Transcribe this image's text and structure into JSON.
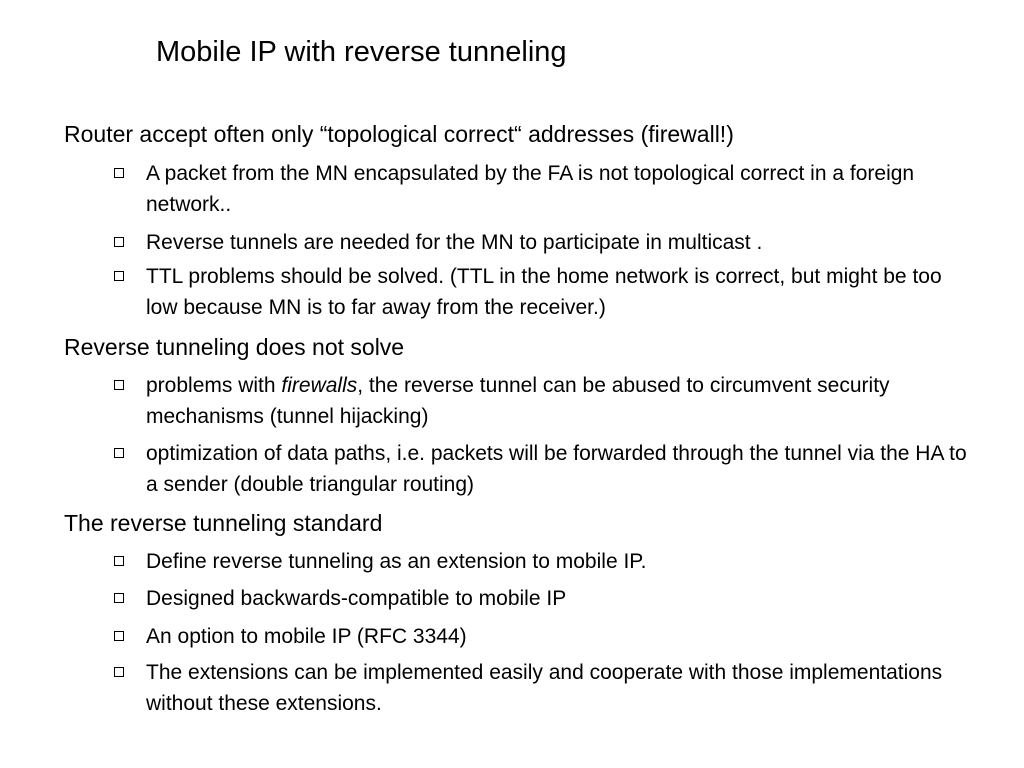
{
  "title": "Mobile IP with reverse tunneling",
  "sections": [
    {
      "heading": "Router accept often only “topological correct“ addresses (firewall!)",
      "bullets": [
        {
          "text": "A packet from the MN encapsulated by the FA is not topological correct in a foreign network.."
        },
        {
          "text": "Reverse tunnels are needed for the MN to participate in multicast ."
        },
        {
          "text": "TTL problems should be solved. (TTL in the home network is correct, but might be too low because  MN is to far away from the receiver.)"
        }
      ]
    },
    {
      "heading": "Reverse tunneling does not solve",
      "bullets": [
        {
          "text_before": "problems with ",
          "text_italic": "firewalls",
          "text_after": ", the reverse tunnel can be abused to circumvent security mechanisms (tunnel hijacking)"
        },
        {
          "text": "optimization of data paths, i.e. packets will be forwarded through the tunnel via the HA to a sender (double triangular routing)"
        }
      ]
    },
    {
      "heading": "The reverse tunneling standard",
      "bullets": [
        {
          "text": "Define reverse tunneling as an extension to mobile IP."
        },
        {
          "text": "Designed backwards-compatible to mobile IP"
        },
        {
          "text": "An option to mobile IP (RFC 3344)"
        },
        {
          "text": "The extensions can be implemented easily and cooperate with those implementations without these extensions."
        }
      ]
    }
  ]
}
